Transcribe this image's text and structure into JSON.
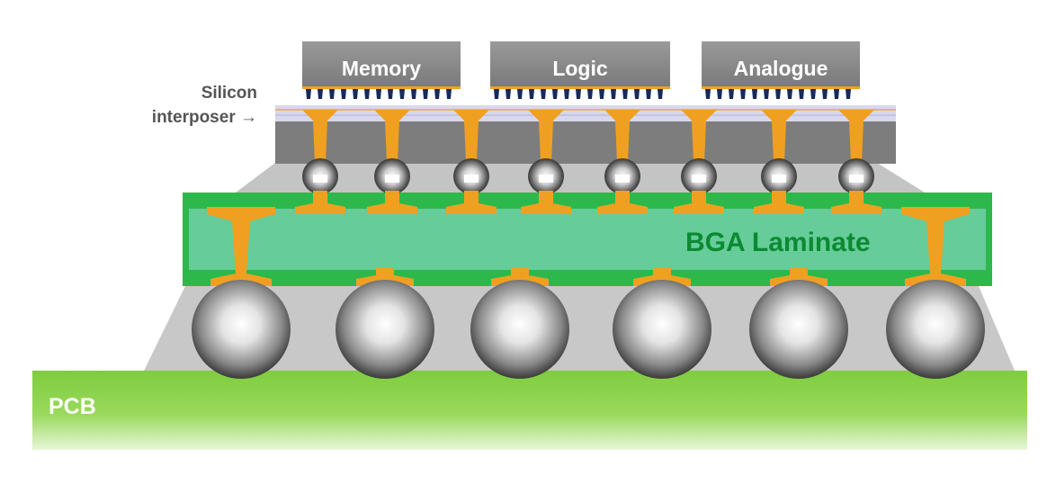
{
  "labels": {
    "silicon_line1": "Silicon",
    "silicon_line2": "interposer →",
    "memory": "Memory",
    "logic": "Logic",
    "analogue": "Analogue",
    "bga": "BGA Laminate",
    "pcb": "PCB"
  },
  "colors": {
    "pcb_green": "#8fd14f",
    "laminate_green": "#66cc99",
    "laminate_edge": "#2db84c",
    "copper": "#f0a020",
    "die_gray": "#8c8c8c",
    "interposer_gray": "#7d7d7d",
    "underfill": "#c8c8c8",
    "microbump": "#1a2a55",
    "text_green": "#0b8a32"
  },
  "components": {
    "chips": [
      "Memory",
      "Logic",
      "Analogue"
    ],
    "tsv_count": 8,
    "c4_bump_count": 8,
    "bga_ball_count": 6
  }
}
